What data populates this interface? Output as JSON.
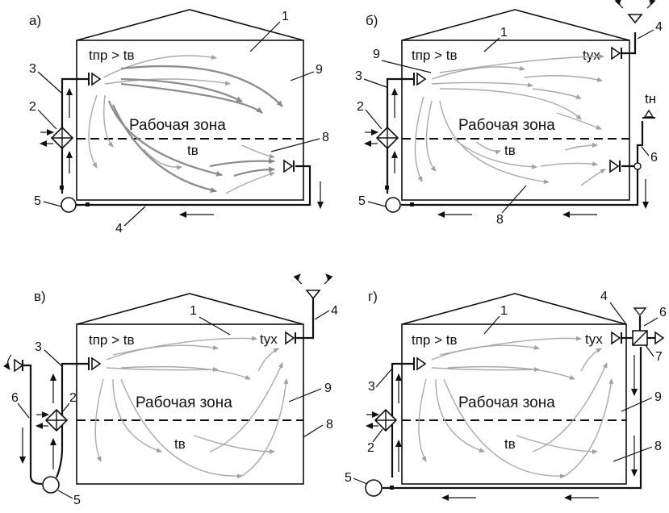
{
  "panels": [
    {
      "letter": "а)",
      "supply_temp": "tпр > tв",
      "room_temp": "tв",
      "zone": "Рабочая зона",
      "callouts": [
        "1",
        "2",
        "3",
        "4",
        "5",
        "8",
        "9"
      ]
    },
    {
      "letter": "б)",
      "supply_temp": "tпр > tв",
      "room_temp": "tв",
      "zone": "Рабочая зона",
      "exhaust_temp": "tух",
      "outdoor_temp": "tн",
      "callouts": [
        "1",
        "2",
        "3",
        "4",
        "5",
        "6",
        "8",
        "9"
      ]
    },
    {
      "letter": "в)",
      "supply_temp": "tпр > tв",
      "room_temp": "tв",
      "zone": "Рабочая зона",
      "exhaust_temp": "tух",
      "callouts": [
        "1",
        "2",
        "3",
        "4",
        "5",
        "6",
        "8",
        "9"
      ]
    },
    {
      "letter": "г)",
      "supply_temp": "tпр > tв",
      "room_temp": "tв",
      "zone": "Рабочая зона",
      "exhaust_temp": "tух",
      "callouts": [
        "1",
        "2",
        "3",
        "4",
        "5",
        "6",
        "7",
        "8",
        "9"
      ]
    }
  ],
  "colors": {
    "line": "#111111",
    "airflow": "#a9a9a9",
    "airflow_main": "#8d8d8d"
  }
}
